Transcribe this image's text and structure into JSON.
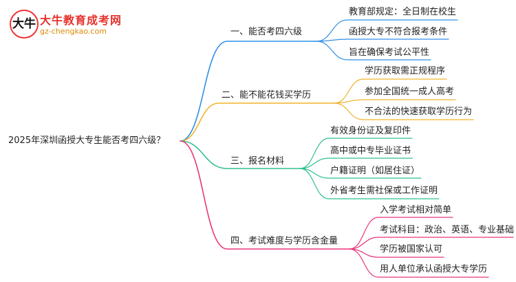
{
  "logo": {
    "mark": "大牛",
    "name": "大牛教育成考网",
    "url": "gz-chengkao.com"
  },
  "root": "2025年深圳函授大专生能否考四六级？",
  "colors": {
    "b1": "#2f8fe6",
    "b2": "#f0b32a",
    "b3": "#2fbf8f",
    "b4": "#e8347a"
  },
  "branches": [
    {
      "label": "一、能否考四六级",
      "leaves": [
        "教育部规定：全日制在校生",
        "函授大专不符合报考条件",
        "旨在确保考试公平性"
      ]
    },
    {
      "label": "二、能不能花钱买学历",
      "leaves": [
        "学历获取需正规程序",
        "参加全国统一成人高考",
        "不合法的快速获取学历行为"
      ]
    },
    {
      "label": "三、报名材料",
      "leaves": [
        "有效身份证及复印件",
        "高中或中专毕业证书",
        "户籍证明（如居住证）",
        "外省考生需社保或工作证明"
      ]
    },
    {
      "label": "四、考试难度与学历含金量",
      "leaves": [
        "入学考试相对简单",
        "考试科目：政治、英语、专业基础",
        "学历被国家认可",
        "用人单位承认函授大专学历"
      ]
    }
  ]
}
